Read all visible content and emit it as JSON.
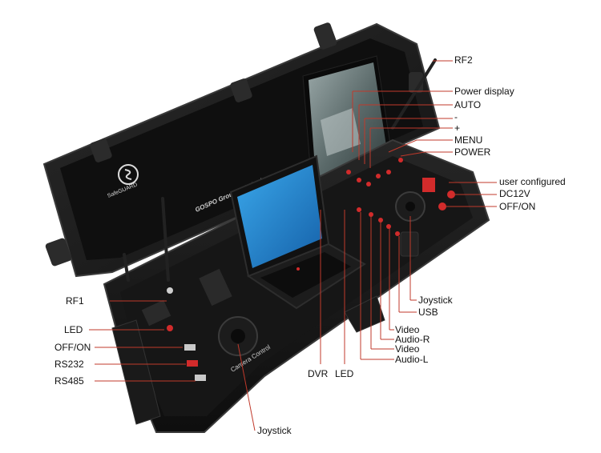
{
  "labels": {
    "rf2": "RF2",
    "power_display": "Power display",
    "auto": "AUTO",
    "minus": "-",
    "plus": "+",
    "menu": "MENU",
    "power": "POWER",
    "user_configured": "user configured",
    "dc12v": "DC12V",
    "off_on_right": "OFF/ON",
    "rf1": "RF1",
    "led_left": "LED",
    "off_on_left": "OFF/ON",
    "rs232": "RS232",
    "rs485": "RS485",
    "joystick_right": "Joystick",
    "usb": "USB",
    "video_1": "Video",
    "audio_r": "Audio-R",
    "video_2": "Video",
    "audio_l": "Audio-L",
    "dvr": "DVR",
    "led_bottom": "LED",
    "joystick_bottom": "Joystick"
  },
  "case_text": {
    "logo": "SafeGUARD",
    "lid_brand": "GOSPO Ground Limited",
    "camera_control": "Camera Control"
  },
  "colors": {
    "case": "#1b1b1b",
    "case_edge": "#3a3a3a",
    "leader_line": "#c0392b",
    "button_red": "#d22b2b",
    "screen_blue": "#1e8fd6"
  }
}
